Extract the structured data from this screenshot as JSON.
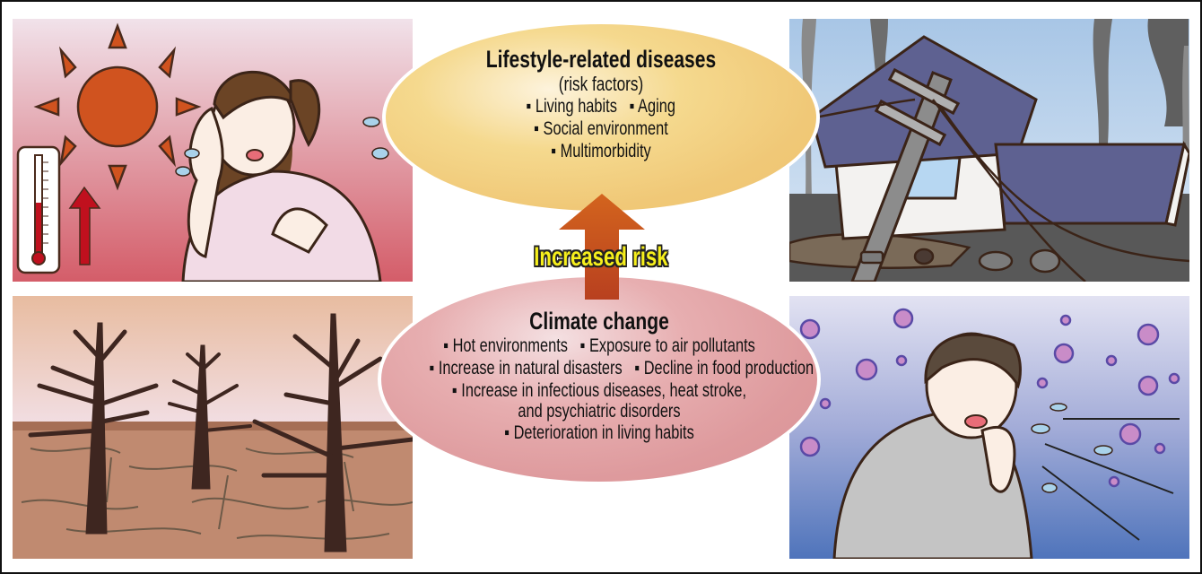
{
  "diagram": {
    "top_ellipse": {
      "title": "Lifestyle-related diseases",
      "subtitle": "(risk factors)",
      "items": [
        "Living habits",
        "Aging",
        "Social environment",
        "Multimorbidity"
      ],
      "fill_color": "#f0c877"
    },
    "arrow": {
      "label": "Increased risk",
      "direction": "up",
      "color": "#c9501e",
      "label_color": "#f6ef1c"
    },
    "bottom_ellipse": {
      "title": "Climate change",
      "items": [
        "Hot environments",
        "Exposure to air pollutants",
        "Increase in natural disasters",
        "Decline in food production",
        "Increase in infectious diseases, heat stroke,",
        "and psychiatric disorders",
        "Deterioration in living habits"
      ],
      "fill_color": "#de9a9d"
    },
    "bullet": "▪",
    "panels": [
      {
        "id": "heat",
        "depicts": "heat stroke: woman sweating under sun, thermometer rising"
      },
      {
        "id": "disaster",
        "depicts": "natural disaster: collapsed house and fallen utility pole"
      },
      {
        "id": "drought",
        "depicts": "drought: dead trees on cracked dry earth"
      },
      {
        "id": "infection",
        "depicts": "infectious disease: man coughing among virus particles"
      }
    ]
  }
}
